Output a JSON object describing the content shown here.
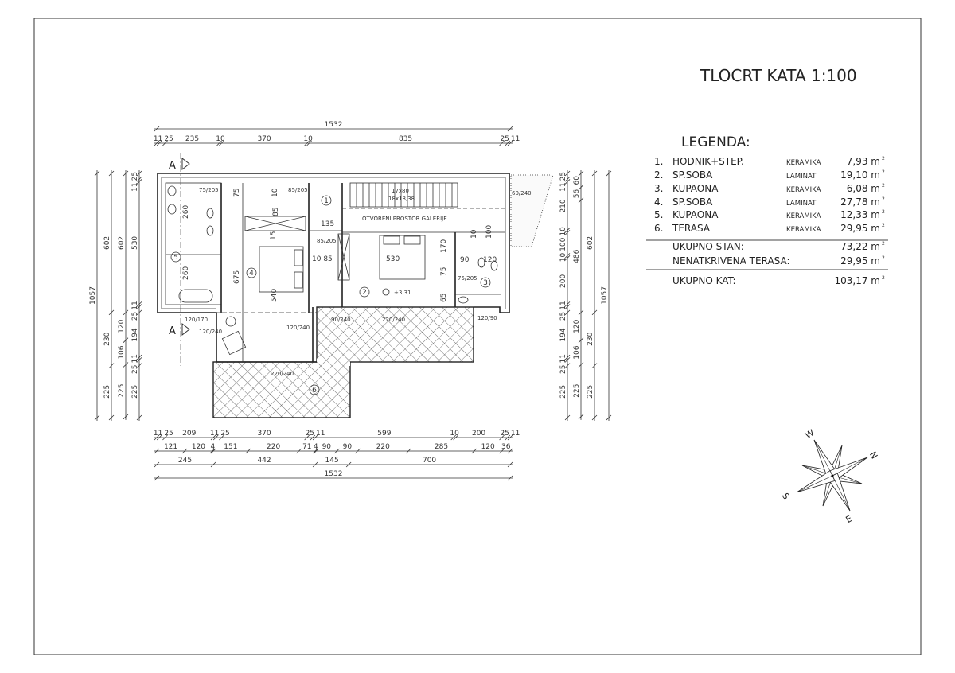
{
  "title": "TLOCRT KATA 1:100",
  "legend": {
    "heading": "LEGENDA:",
    "rows": [
      {
        "num": "1.",
        "name": "HODNIK+STEP.",
        "material": "KERAMIKA",
        "area": "7,93 m"
      },
      {
        "num": "2.",
        "name": "SP.SOBA",
        "material": "LAMINAT",
        "area": "19,10 m"
      },
      {
        "num": "3.",
        "name": "KUPAONA",
        "material": "KERAMIKA",
        "area": "6,08 m"
      },
      {
        "num": "4.",
        "name": "SP.SOBA",
        "material": "LAMINAT",
        "area": "27,78 m"
      },
      {
        "num": "5.",
        "name": "KUPAONA",
        "material": "KERAMIKA",
        "area": "12,33 m"
      },
      {
        "num": "6.",
        "name": "TERASA",
        "material": "KERAMIKA",
        "area": "29,95 m"
      }
    ],
    "unit_sup": "2",
    "totals": [
      {
        "label": "UKUPNO STAN:",
        "area": "73,22 m"
      },
      {
        "label": "NENATKRIVENA TERASA:",
        "area": "29,95 m"
      },
      {
        "label": "UKUPNO KAT:",
        "area": "103,17 m"
      }
    ]
  },
  "compass": {
    "n": "N",
    "e": "E",
    "s": "S",
    "w": "W"
  },
  "section_mark": "A",
  "plan_labels": {
    "gallery": "OTVORENI PROSTOR GALERIJE",
    "stairs_1": "17x80",
    "stairs_2": "18x18,38",
    "level": "+3,31",
    "rooms": [
      "1",
      "2",
      "3",
      "4",
      "5",
      "6"
    ],
    "inner_dims": [
      "260",
      "260",
      "675",
      "540",
      "135",
      "10 85",
      "530",
      "170",
      "75",
      "65",
      "90",
      "120",
      "15",
      "75",
      "10",
      "85",
      "10",
      "100"
    ],
    "openings": [
      "75/205",
      "85/205",
      "85/205",
      "75/205",
      "60/240",
      "120/170",
      "120/240",
      "120/240",
      "90/240",
      "220/240",
      "120/90",
      "220/240"
    ]
  },
  "dimensions": {
    "top": [
      {
        "segments": [
          1532
        ]
      },
      {
        "segments": [
          11,
          25,
          235,
          10,
          370,
          10,
          835,
          25,
          11
        ]
      }
    ],
    "bottom": [
      {
        "segments": [
          11,
          25,
          209,
          11,
          25,
          370,
          25,
          11,
          599,
          10,
          200,
          25,
          11
        ]
      },
      {
        "segments": [
          121,
          120,
          4,
          151,
          220,
          71,
          4,
          90,
          90,
          220,
          285,
          120,
          36
        ]
      },
      {
        "segments": [
          245,
          442,
          145,
          700
        ]
      },
      {
        "segments": [
          1532
        ]
      }
    ],
    "left": [
      {
        "segments": [
          1057
        ]
      },
      {
        "segments": [
          602,
          230,
          225
        ]
      },
      {
        "segments": [
          602,
          120,
          106,
          225
        ]
      },
      {
        "segments": [
          25,
          11,
          530,
          11,
          25,
          194,
          11,
          25,
          225
        ]
      }
    ],
    "right": [
      {
        "segments": [
          25,
          11,
          210,
          10,
          100,
          10,
          200,
          11,
          25,
          194,
          11,
          25,
          225
        ]
      },
      {
        "segments": [
          60,
          56,
          486,
          120,
          106,
          225
        ]
      },
      {
        "segments": [
          602,
          230,
          225
        ]
      },
      {
        "segments": [
          1057
        ]
      }
    ]
  }
}
